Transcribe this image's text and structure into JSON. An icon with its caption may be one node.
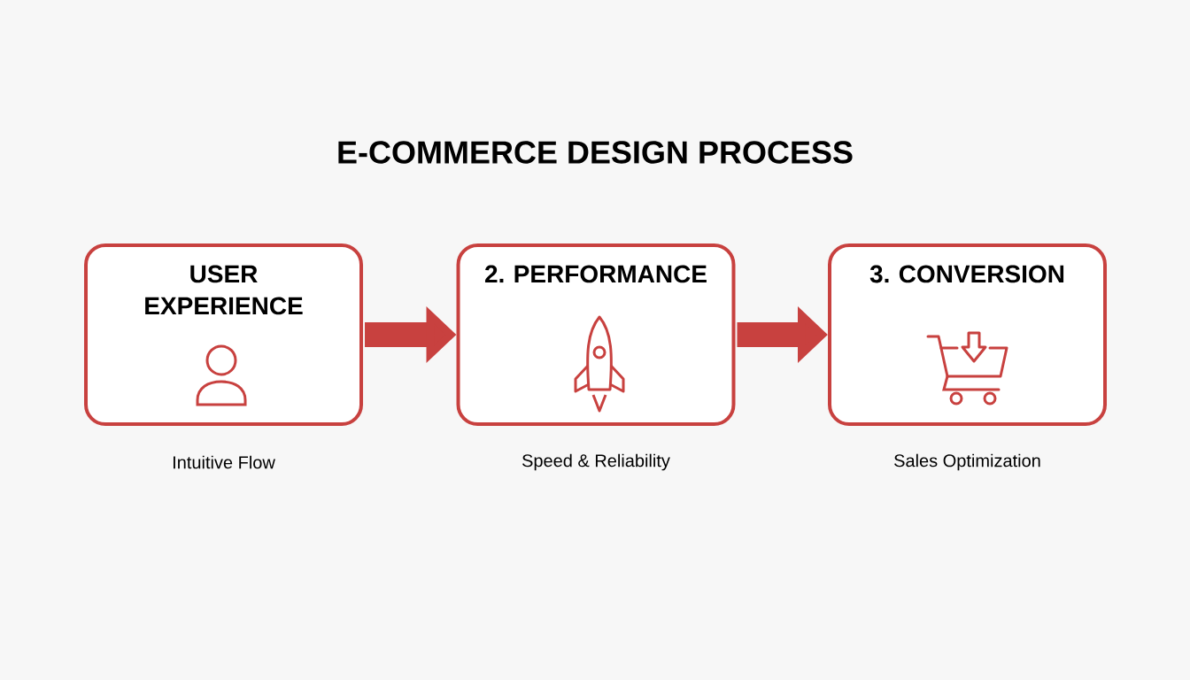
{
  "diagram": {
    "title": "E-COMMERCE DESIGN PROCESS",
    "nodes": [
      {
        "text": [
          "USER EXPERIENCE"
        ],
        "beside": [
          "Intuitive Flow"
        ]
      },
      {
        "text": [
          "2. PERFORMANCE"
        ],
        "beside": [
          "Speed & Reliability"
        ]
      },
      {
        "text": [
          "3. CONVERSION"
        ],
        "beside": [
          "Sales Optimization"
        ]
      }
    ],
    "edges": [
      {
        "from": 0,
        "to": 1,
        "arrow": "to"
      },
      {
        "from": 1,
        "to": 2,
        "arrow": "to"
      }
    ]
  }
}
